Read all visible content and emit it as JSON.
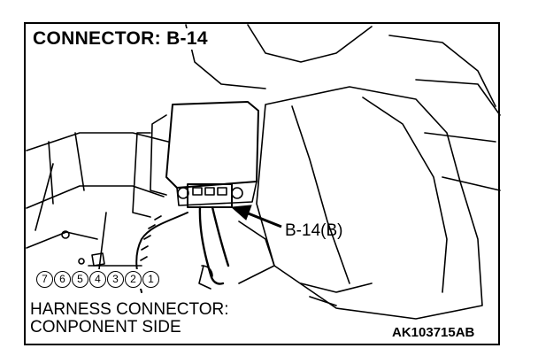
{
  "title": "CONNECTOR: B-14",
  "callout_label": "B-14(B)",
  "terminal_numbers": [
    "7",
    "6",
    "5",
    "4",
    "3",
    "2",
    "1"
  ],
  "caption": {
    "line1": "HARNESS CONNECTOR:",
    "line2": "CONPONENT SIDE"
  },
  "figure_code": "AK103715AB"
}
